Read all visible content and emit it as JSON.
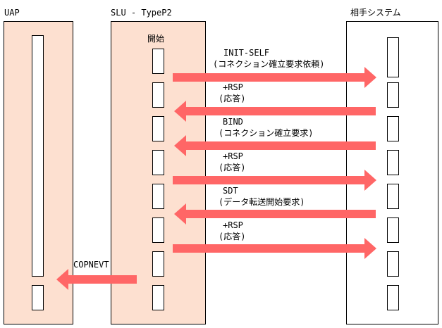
{
  "lanes": {
    "uap": "UAP",
    "slu": "SLU - TypeP2",
    "partner": "相手システム",
    "slu_start": "開始"
  },
  "messages": [
    {
      "line1": "INIT-SELF",
      "line2": "(コネクション確立要求依頼)",
      "direction": "right"
    },
    {
      "line1": "+RSP",
      "line2": "(応答)",
      "direction": "left"
    },
    {
      "line1": "BIND",
      "line2": "(コネクション確立要求)",
      "direction": "left"
    },
    {
      "line1": "+RSP",
      "line2": "(応答)",
      "direction": "right"
    },
    {
      "line1": "SDT",
      "line2": "(データ転送開始要求)",
      "direction": "left"
    },
    {
      "line1": "+RSP",
      "line2": "(応答)",
      "direction": "right"
    },
    {
      "line1": "COPNEVT",
      "line2": "",
      "direction": "left"
    }
  ],
  "colors": {
    "lane_fill": "#fde0d0",
    "arrow": "#ff6666",
    "border": "#000000"
  }
}
